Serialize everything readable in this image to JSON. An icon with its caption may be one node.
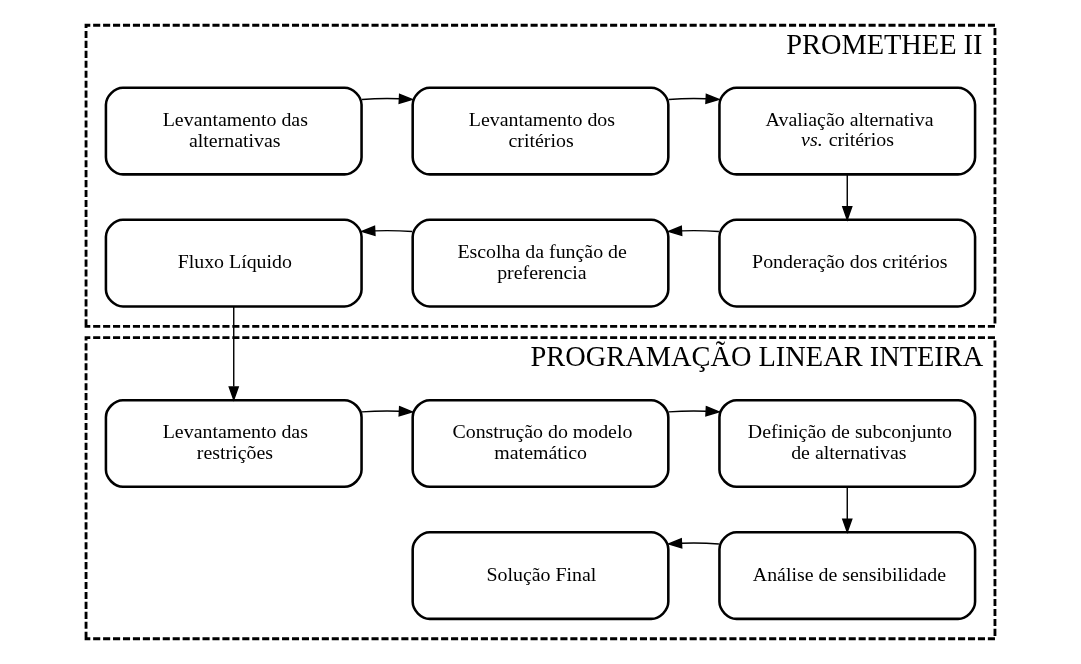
{
  "diagram": {
    "nodes": [
      {
        "text": [
          "PROMETHEE II"
        ]
      },
      {
        "text": [
          "Levantamento das alternativas"
        ],
        "in": 0
      },
      {
        "text": [
          "Levantamento dos critérios"
        ],
        "in": 0
      },
      {
        "text": [
          "Avaliação alternativa *vs.* critérios"
        ],
        "in": 0
      },
      {
        "text": [
          "Fluxo Líquido"
        ],
        "in": 0
      },
      {
        "text": [
          "Escolha da função de preferencia"
        ],
        "in": 0
      },
      {
        "text": [
          "Ponderação dos critérios"
        ],
        "in": 0
      },
      {
        "text": [
          "PROGRAMAÇÃO LINEAR INTEIRA"
        ]
      },
      {
        "text": [
          "Levantamento das restrições"
        ],
        "in": 7
      },
      {
        "text": [
          "Construção do modelo matemático"
        ],
        "in": 7
      },
      {
        "text": [
          "Definição de subconjunto de alternativas"
        ],
        "in": 7
      },
      {
        "text": [
          "Solução Final"
        ],
        "in": 7
      },
      {
        "text": [
          "Análise de sensibilidade"
        ],
        "in": 7
      }
    ],
    "edges": [
      {
        "from": 1,
        "to": 2,
        "arrow": "to"
      },
      {
        "from": 2,
        "to": 3,
        "arrow": "to"
      },
      {
        "from": 3,
        "to": 6,
        "arrow": "to"
      },
      {
        "from": 6,
        "to": 5,
        "arrow": "to"
      },
      {
        "from": 5,
        "to": 4,
        "arrow": "to"
      },
      {
        "from": 4,
        "to": 8,
        "arrow": "to"
      },
      {
        "from": 8,
        "to": 9,
        "arrow": "to"
      },
      {
        "from": 9,
        "to": 10,
        "arrow": "to"
      },
      {
        "from": 10,
        "to": 12,
        "arrow": "to"
      },
      {
        "from": 12,
        "to": 11,
        "arrow": "to"
      }
    ]
  }
}
